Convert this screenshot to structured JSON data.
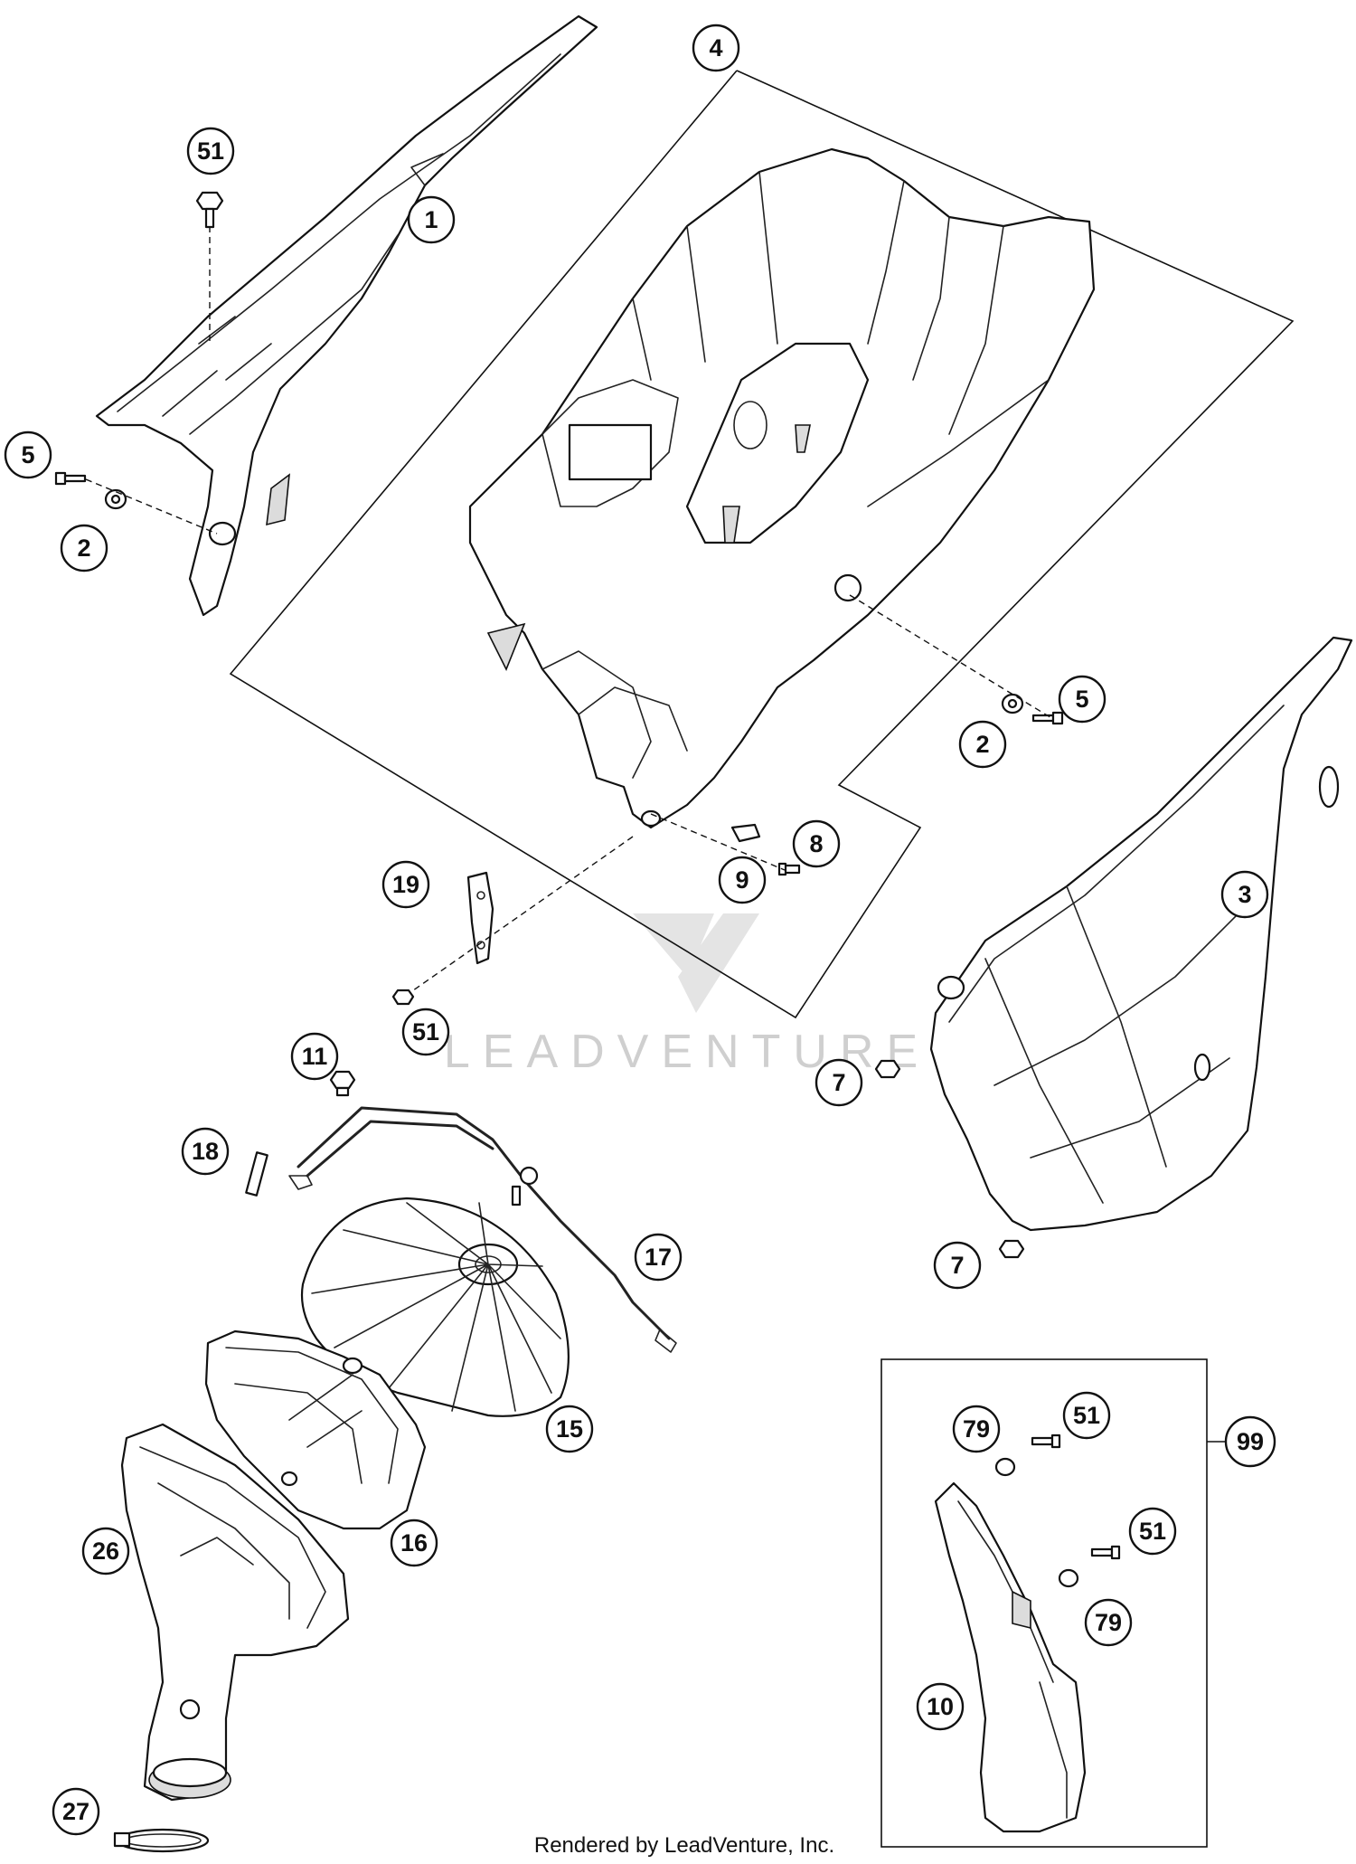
{
  "diagram": {
    "callouts": [
      "1",
      "2",
      "2",
      "3",
      "4",
      "5",
      "5",
      "7",
      "7",
      "8",
      "9",
      "10",
      "11",
      "15",
      "16",
      "17",
      "18",
      "19",
      "26",
      "27",
      "51",
      "51",
      "51",
      "51",
      "79",
      "79",
      "99"
    ]
  },
  "watermark": {
    "text": "LEADVENTURE"
  },
  "footer": {
    "text": "Rendered by LeadVenture, Inc."
  }
}
